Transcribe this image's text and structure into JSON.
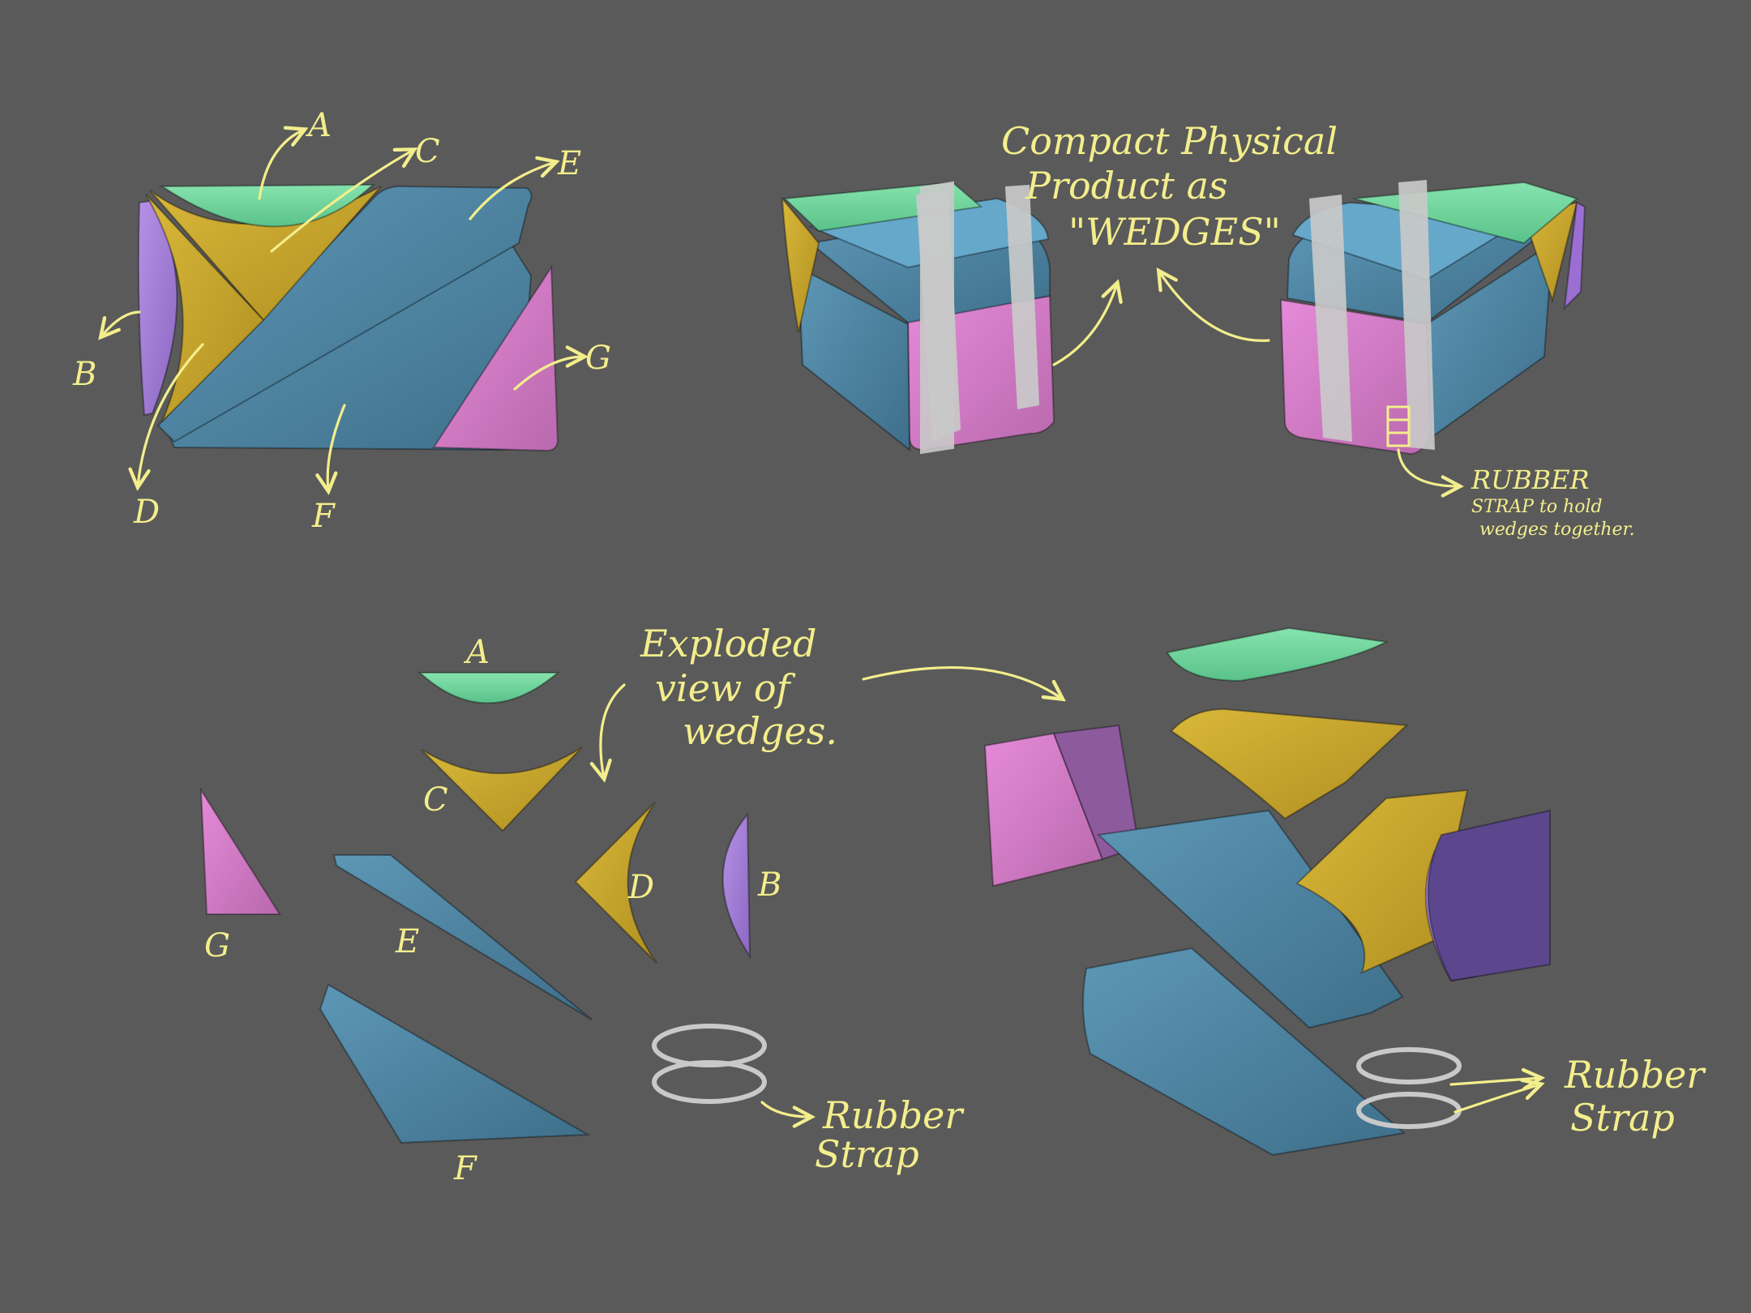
{
  "colors": {
    "background": "#5a5a5a",
    "annotation": "#f3ee8c",
    "green": "#6fd39a",
    "yellow": "#c9a92c",
    "purple": "#a27ad6",
    "pink": "#d77ed0",
    "blue": "#4a7f9c",
    "strap": "#c9c9c9"
  },
  "labels": {
    "assembled": {
      "a": "A",
      "b": "B",
      "c": "C",
      "d": "D",
      "e": "E",
      "f": "F",
      "g": "G"
    },
    "exploded": {
      "a": "A",
      "b": "B",
      "c": "C",
      "d": "D",
      "e": "E",
      "f": "F",
      "g": "G"
    }
  },
  "notes": {
    "product_line1": "Compact Physical",
    "product_line2": "Product as",
    "product_line3": "\"WEDGES\"",
    "strap_title": "RUBBER",
    "strap_line2": "STRAP to hold",
    "strap_line3": "wedges together.",
    "exploded_line1": "Exploded",
    "exploded_line2": "view of",
    "exploded_line3": "wedges.",
    "rubber_left_1": "Rubber",
    "rubber_left_2": "Strap",
    "rubber_right_1": "Rubber",
    "rubber_right_2": "Strap"
  }
}
